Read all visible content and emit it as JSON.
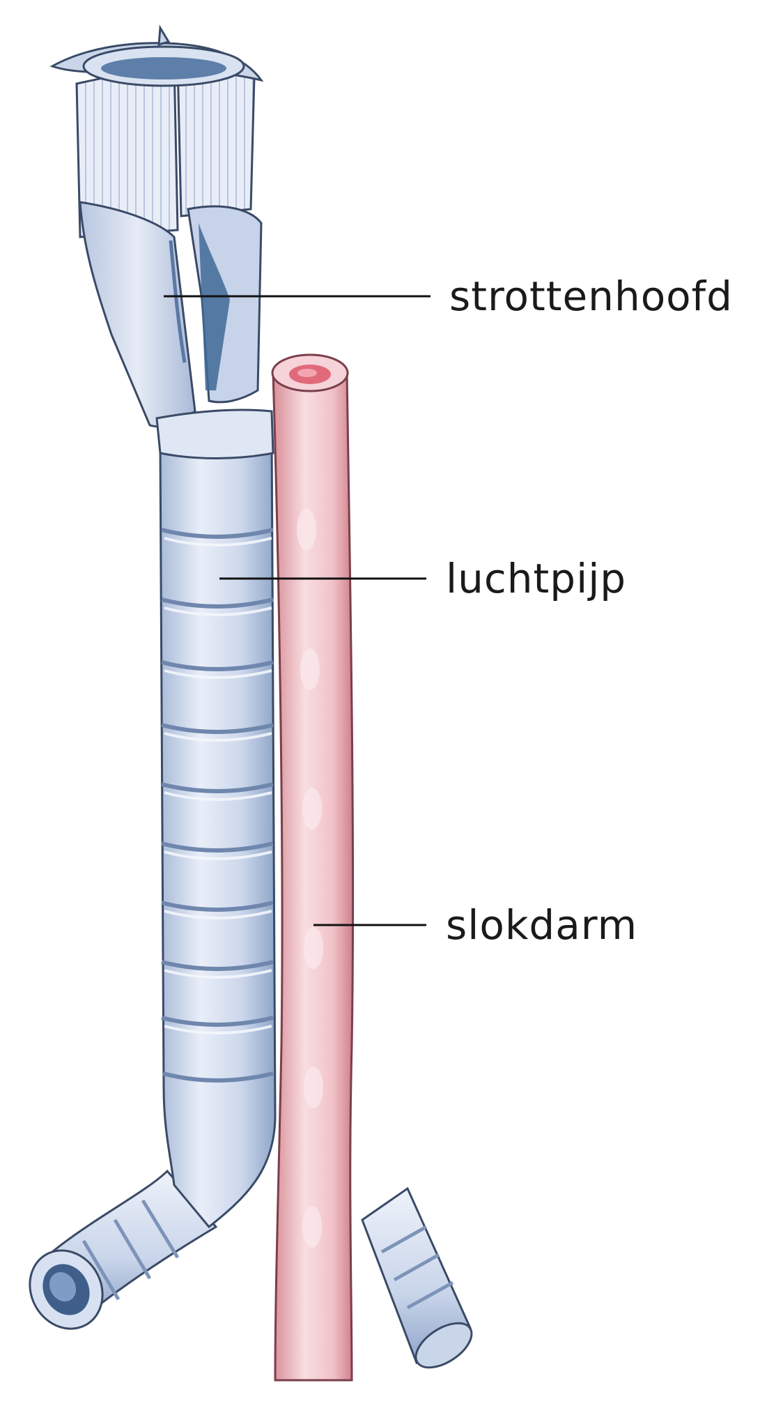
{
  "labels": {
    "larynx": "strottenhoofd",
    "trachea": "luchtpijp",
    "esophagus": "slokdarm"
  },
  "colors": {
    "cartilage_fill": "#dfe6f4",
    "cartilage_light": "#eef2fa",
    "cartilage_shadow": "#9fb3d2",
    "cartilage_dark": "#4f7aa6",
    "outline": "#3a4a66",
    "esophagus_fill": "#f2c7cc",
    "esophagus_light": "#fbe7ea",
    "esophagus_shadow": "#d98e98",
    "esophagus_lumen": "#e06a7a"
  },
  "structures": [
    "larynx",
    "trachea",
    "esophagus",
    "left-bronchus",
    "right-bronchus"
  ]
}
